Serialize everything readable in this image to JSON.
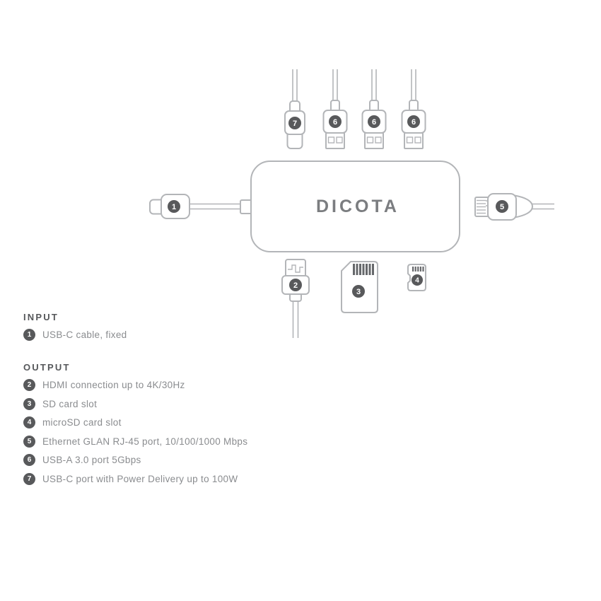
{
  "brand": "DICOTA",
  "colors": {
    "outline": "#b3b5b8",
    "badge": "#58595b",
    "logo": "#7b7d80",
    "heading_text": "#55575a",
    "body_text": "#8a8c8f",
    "background": "#ffffff"
  },
  "diagram": {
    "device": "usb-c-hub",
    "top_connectors": [
      {
        "number": "7",
        "type": "usb-c-connector"
      },
      {
        "number": "6",
        "type": "usb-a-connector"
      },
      {
        "number": "6",
        "type": "usb-a-connector"
      },
      {
        "number": "6",
        "type": "usb-a-connector"
      }
    ],
    "left_connector": {
      "number": "1",
      "type": "usb-c-cable-fixed"
    },
    "right_connector": {
      "number": "5",
      "type": "ethernet-rj45"
    },
    "bottom_connectors": [
      {
        "number": "2",
        "type": "hdmi-connector"
      },
      {
        "number": "3",
        "type": "sd-card"
      },
      {
        "number": "4",
        "type": "microsd-card"
      }
    ]
  },
  "legend": {
    "input": {
      "heading": "INPUT",
      "items": [
        {
          "number": "1",
          "label": "USB-C cable, fixed"
        }
      ]
    },
    "output": {
      "heading": "OUTPUT",
      "items": [
        {
          "number": "2",
          "label": "HDMI connection up to 4K/30Hz"
        },
        {
          "number": "3",
          "label": "SD card slot"
        },
        {
          "number": "4",
          "label": "microSD card slot"
        },
        {
          "number": "5",
          "label": "Ethernet GLAN RJ-45 port, 10/100/1000 Mbps"
        },
        {
          "number": "6",
          "label": "USB-A 3.0 port 5Gbps"
        },
        {
          "number": "7",
          "label": "USB-C port with Power Delivery up to 100W"
        }
      ]
    }
  }
}
